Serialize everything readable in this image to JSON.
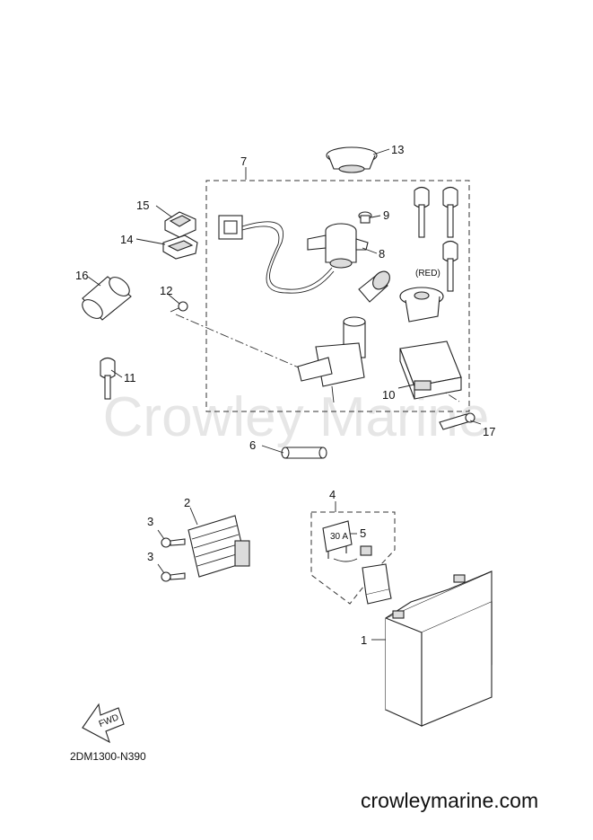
{
  "watermark": "Crowley Marine",
  "callouts": {
    "p1": "1",
    "p2": "2",
    "p3a": "3",
    "p3b": "3",
    "p4": "4",
    "p5": "5",
    "p6": "6",
    "p7": "7",
    "p8": "8",
    "p9": "9",
    "p10": "10",
    "p11": "11",
    "p12": "12",
    "p13": "13",
    "p14": "14",
    "p15": "15",
    "p16": "16",
    "p17": "17"
  },
  "red_label": "(RED)",
  "fuse_label": "30 A",
  "fwd_label": "FWD",
  "diagram_code": "2DM1300-N390",
  "site": "crowleymarine.com"
}
